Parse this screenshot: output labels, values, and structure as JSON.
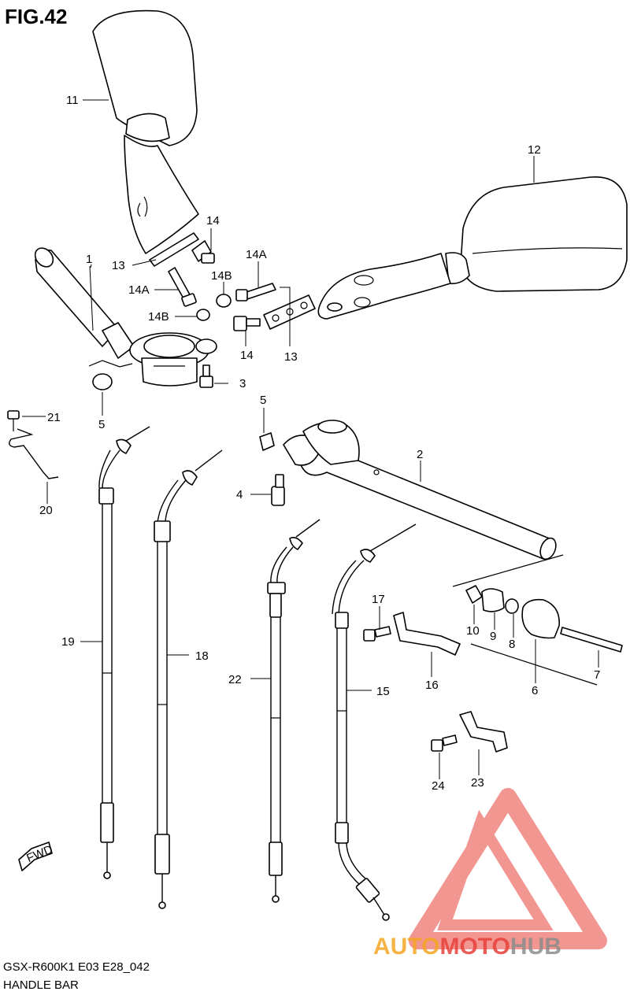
{
  "figure": {
    "title": "FIG.42"
  },
  "labels": {
    "p1": "1",
    "p2": "2",
    "p3": "3",
    "p4": "4",
    "p5a": "5",
    "p5b": "5",
    "p6": "6",
    "p7": "7",
    "p8": "8",
    "p9": "9",
    "p10": "10",
    "p11": "11",
    "p12": "12",
    "p13a": "13",
    "p13b": "13",
    "p14a": "14",
    "p14b": "14",
    "p14Aa": "14A",
    "p14Ab": "14A",
    "p14Ba": "14B",
    "p14Bb": "14B",
    "p15": "15",
    "p16": "16",
    "p17": "17",
    "p18": "18",
    "p19": "19",
    "p20": "20",
    "p21": "21",
    "p22": "22",
    "p23": "23",
    "p24": "24"
  },
  "fwd_arrow": {
    "text": "FWD"
  },
  "footer": {
    "model_code": "GSX-R600K1 E03 E28_042",
    "section_name": "HANDLE BAR"
  },
  "watermark": {
    "text_part1": "AUTO",
    "text_part2": "MOTO",
    "text_part3": "HUB",
    "color_orange": "#f5a623",
    "color_red": "#e8413a",
    "color_gray": "#8c8c8c"
  }
}
